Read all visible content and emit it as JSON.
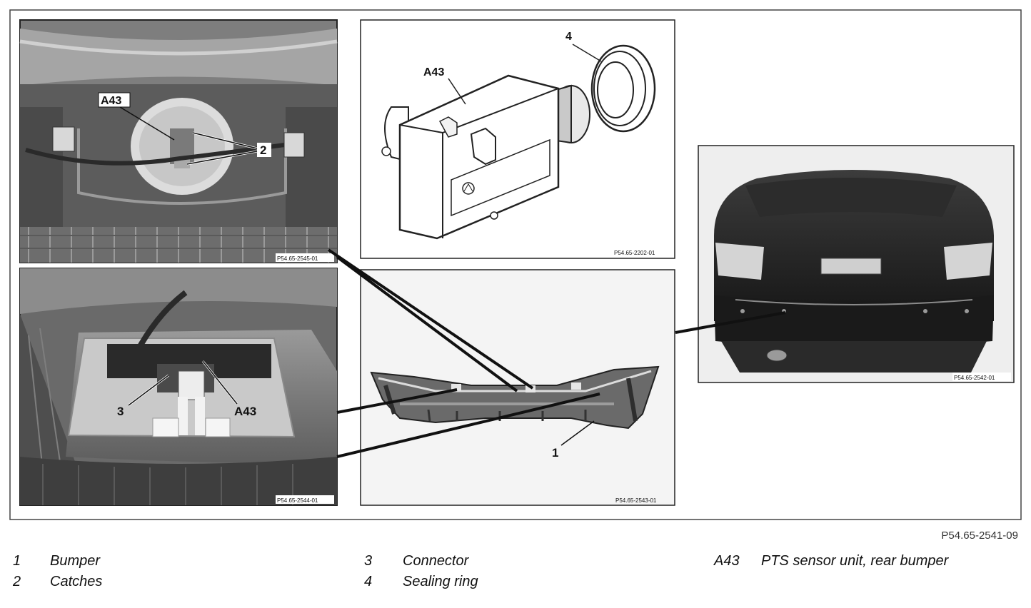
{
  "callouts": {
    "a43_top_left": "A43",
    "catches_top_left": "2",
    "a43_sensor_drawing": "A43",
    "sealing_ring": "4",
    "connector_bottom_left": "3",
    "a43_bottom_left": "A43",
    "bumper": "1"
  },
  "photo_codes": {
    "top_left": "P54.65-2545-01",
    "top_middle": "P54.65-2202-01",
    "bottom_left": "P54.65-2544-01",
    "bottom_middle": "P54.65-2543-01",
    "right": "P54.65-2542-01"
  },
  "figure_code": "P54.65-2541-09",
  "legend": [
    [
      {
        "key": "1",
        "text": "Bumper"
      },
      {
        "key": "2",
        "text": "Catches"
      }
    ],
    [
      {
        "key": "3",
        "text": "Connector"
      },
      {
        "key": "4",
        "text": "Sealing ring"
      }
    ],
    [
      {
        "key": "A43",
        "text": "PTS sensor unit, rear bumper"
      }
    ]
  ]
}
